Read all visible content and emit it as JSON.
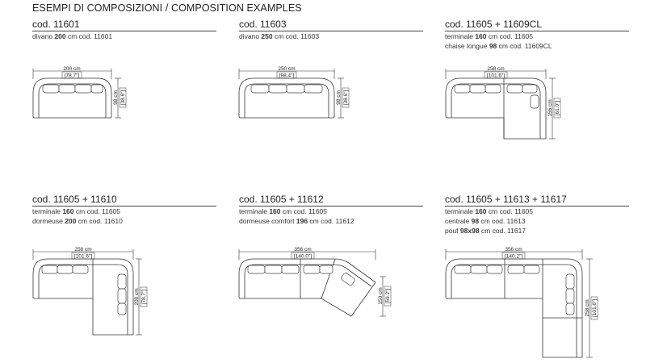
{
  "page": {
    "title": "ESEMPI DI COMPOSIZIONI / COMPOSITION EXAMPLES"
  },
  "compositions": [
    {
      "code": "cod. 11601",
      "lines": [
        {
          "pre": "divano ",
          "bold": "200",
          "post": " cm cod. 11601"
        }
      ],
      "width_label": "200 cm",
      "width_inch": "[78.7\"]",
      "depth_label": "98 cm",
      "depth_inch": "[38.6\"]"
    },
    {
      "code": "cod. 11603",
      "lines": [
        {
          "pre": "divano ",
          "bold": "250",
          "post": " cm cod. 11603"
        }
      ],
      "width_label": "250 cm",
      "width_inch": "[98.4\"]",
      "depth_label": "98 cm",
      "depth_inch": "[38.6\"]"
    },
    {
      "code": "cod. 11605 + 11609CL",
      "lines": [
        {
          "pre": "terminale ",
          "bold": "160",
          "post": " cm cod. 11605"
        },
        {
          "pre": "chaise longue ",
          "bold": "98",
          "post": " cm cod. 11609CL"
        }
      ],
      "width_label": "258 cm",
      "width_inch": "[101.6\"]",
      "depth_label": "155 cm",
      "depth_inch": "[61.0\"]"
    },
    {
      "code": "cod. 11605 + 11610",
      "lines": [
        {
          "pre": "terminale ",
          "bold": "160",
          "post": " cm cod. 11605"
        },
        {
          "pre": "dormeuse ",
          "bold": "200",
          "post": " cm cod. 11610"
        }
      ],
      "width_label": "258 cm",
      "width_inch": "[101.6\"]",
      "depth_label": "200 cm",
      "depth_inch": "[78.7\"]"
    },
    {
      "code": "cod. 11605 + 11612",
      "lines": [
        {
          "pre": "terminale ",
          "bold": "160",
          "post": " cm cod. 11605"
        },
        {
          "pre": "dormeuse comfort ",
          "bold": "196",
          "post": " cm cod. 11612"
        }
      ],
      "width_label": "356 cm",
      "width_inch": "[140.0\"]",
      "depth_label": "150 cm",
      "depth_inch": "[59.2\"]"
    },
    {
      "code": "cod. 11605 + 11613 + 11617",
      "lines": [
        {
          "pre": "terminale ",
          "bold": "160",
          "post": " cm cod. 11605"
        },
        {
          "pre": "centrale ",
          "bold": "98",
          "post": " cm cod. 11613"
        },
        {
          "pre": "pouf ",
          "bold": "98x98",
          "post": " cm cod. 11617"
        }
      ],
      "width_label": "356 cm",
      "width_inch": "[140.2\"]",
      "depth_label": "258 cm",
      "depth_inch": "[101.6\"]"
    }
  ]
}
